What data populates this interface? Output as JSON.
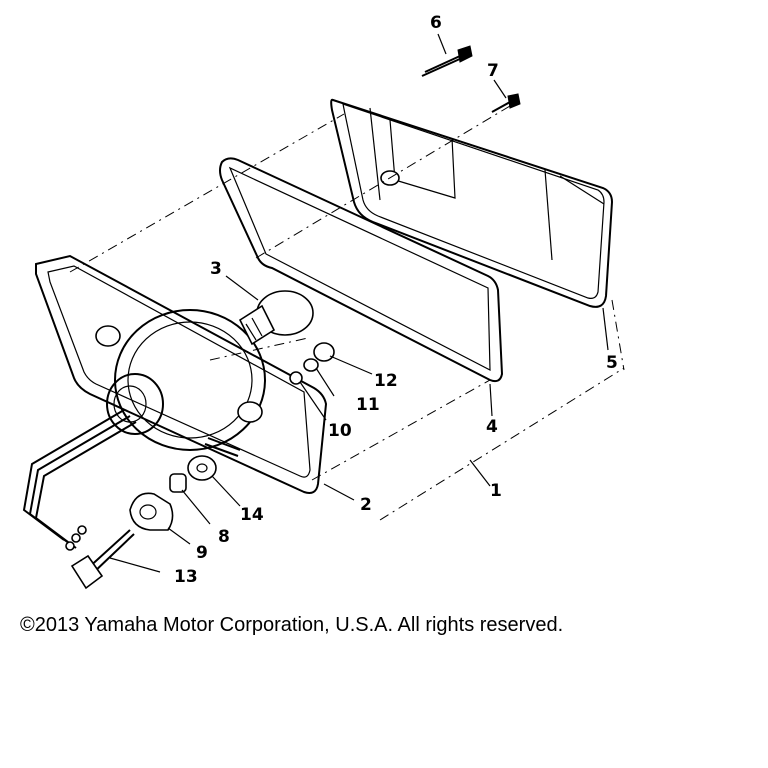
{
  "diagram": {
    "part_numbers": [
      "1",
      "2",
      "3",
      "4",
      "5",
      "6",
      "7",
      "8",
      "9",
      "10",
      "11",
      "12",
      "13",
      "14"
    ]
  },
  "footer": {
    "copyright": "©2013 Yamaha Motor Corporation, U.S.A. All rights reserved."
  }
}
